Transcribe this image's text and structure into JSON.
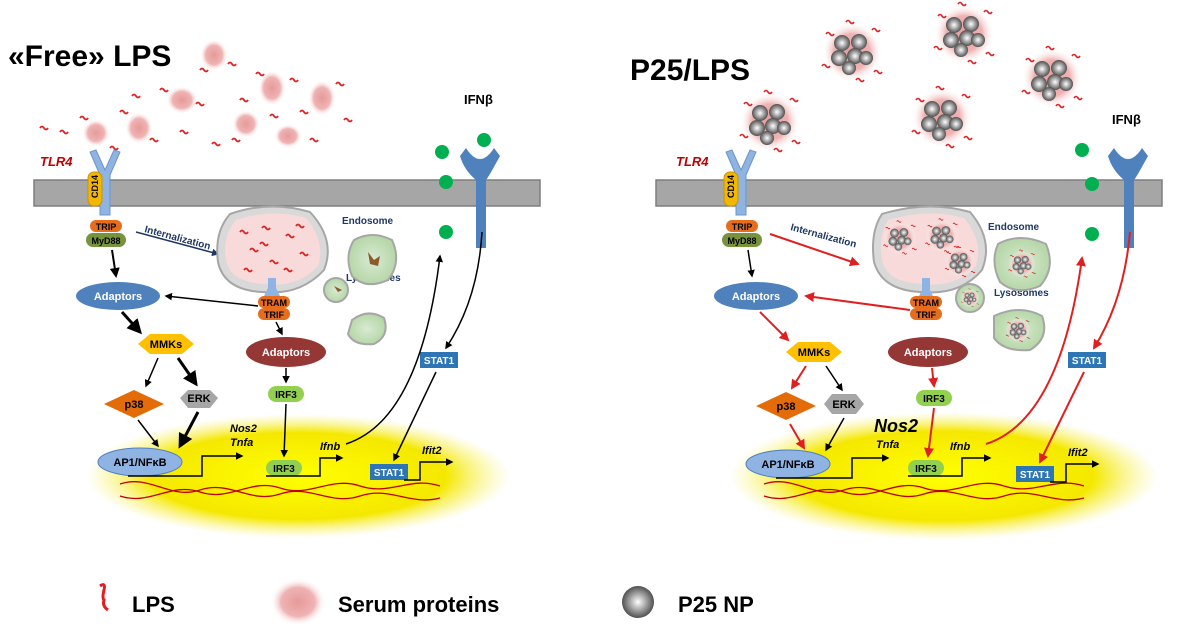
{
  "panels": [
    {
      "title": "«Free» LPS",
      "tlr4": "TLR4",
      "cd14": "CD14",
      "trip": "TRIP",
      "myd88": "MyD88",
      "internalization": "Internalization",
      "endosome": "Endosome",
      "lysosomes": "Lysosomes",
      "ifnb": "IFNβ",
      "adaptors_left": "Adaptors",
      "tram": "TRAM",
      "trif": "TRIF",
      "adaptors_right": "Adaptors",
      "mmks": "MMKs",
      "p38": "p38",
      "erk": "ERK",
      "irf3_top": "IRF3",
      "stat1_top": "STAT1",
      "ap1": "AP1/NFκB",
      "irf3_nuc": "IRF3",
      "stat1_nuc": "STAT1",
      "nos2": "Nos2",
      "tnfa": "Tnfa",
      "ifnb_gene": "Ifnb",
      "ifit2": "Ifit2"
    },
    {
      "title": "P25/LPS",
      "tlr4": "TLR4",
      "cd14": "CD14",
      "trip": "TRIP",
      "myd88": "MyD88",
      "internalization": "Internalization",
      "endosome": "Endosome",
      "lysosomes": "Lysosomes",
      "ifnb": "IFNβ",
      "adaptors_left": "Adaptors",
      "tram": "TRAM",
      "trif": "TRIF",
      "adaptors_right": "Adaptors",
      "mmks": "MMKs",
      "p38": "p38",
      "erk": "ERK",
      "irf3_top": "IRF3",
      "stat1_top": "STAT1",
      "ap1": "AP1/NFκB",
      "irf3_nuc": "IRF3",
      "stat1_nuc": "STAT1",
      "nos2": "Nos2",
      "tnfa": "Tnfa",
      "ifnb_gene": "Ifnb",
      "ifit2": "Ifit2"
    }
  ],
  "legend": {
    "lps": "LPS",
    "serum": "Serum proteins",
    "p25": "P25 NP"
  },
  "colors": {
    "lps": "#e02020",
    "serum": "#e8a0a0",
    "membrane": "#a6a6a6",
    "tlr4": "#8fb4e3",
    "cd14": "#f2b705",
    "trip": "#e66c1e",
    "myd88": "#77933c",
    "adaptors_left": "#4f81bd",
    "adaptors_right": "#953735",
    "mmks": "#ffc000",
    "p38": "#e36c09",
    "erk": "#a6a6a6",
    "irf3": "#92d050",
    "stat1": "#2e75b6",
    "ifn_dot": "#00b050",
    "receptor": "#4f81bd",
    "nucleus": "#ffff00",
    "red_arrow": "#e02020"
  }
}
